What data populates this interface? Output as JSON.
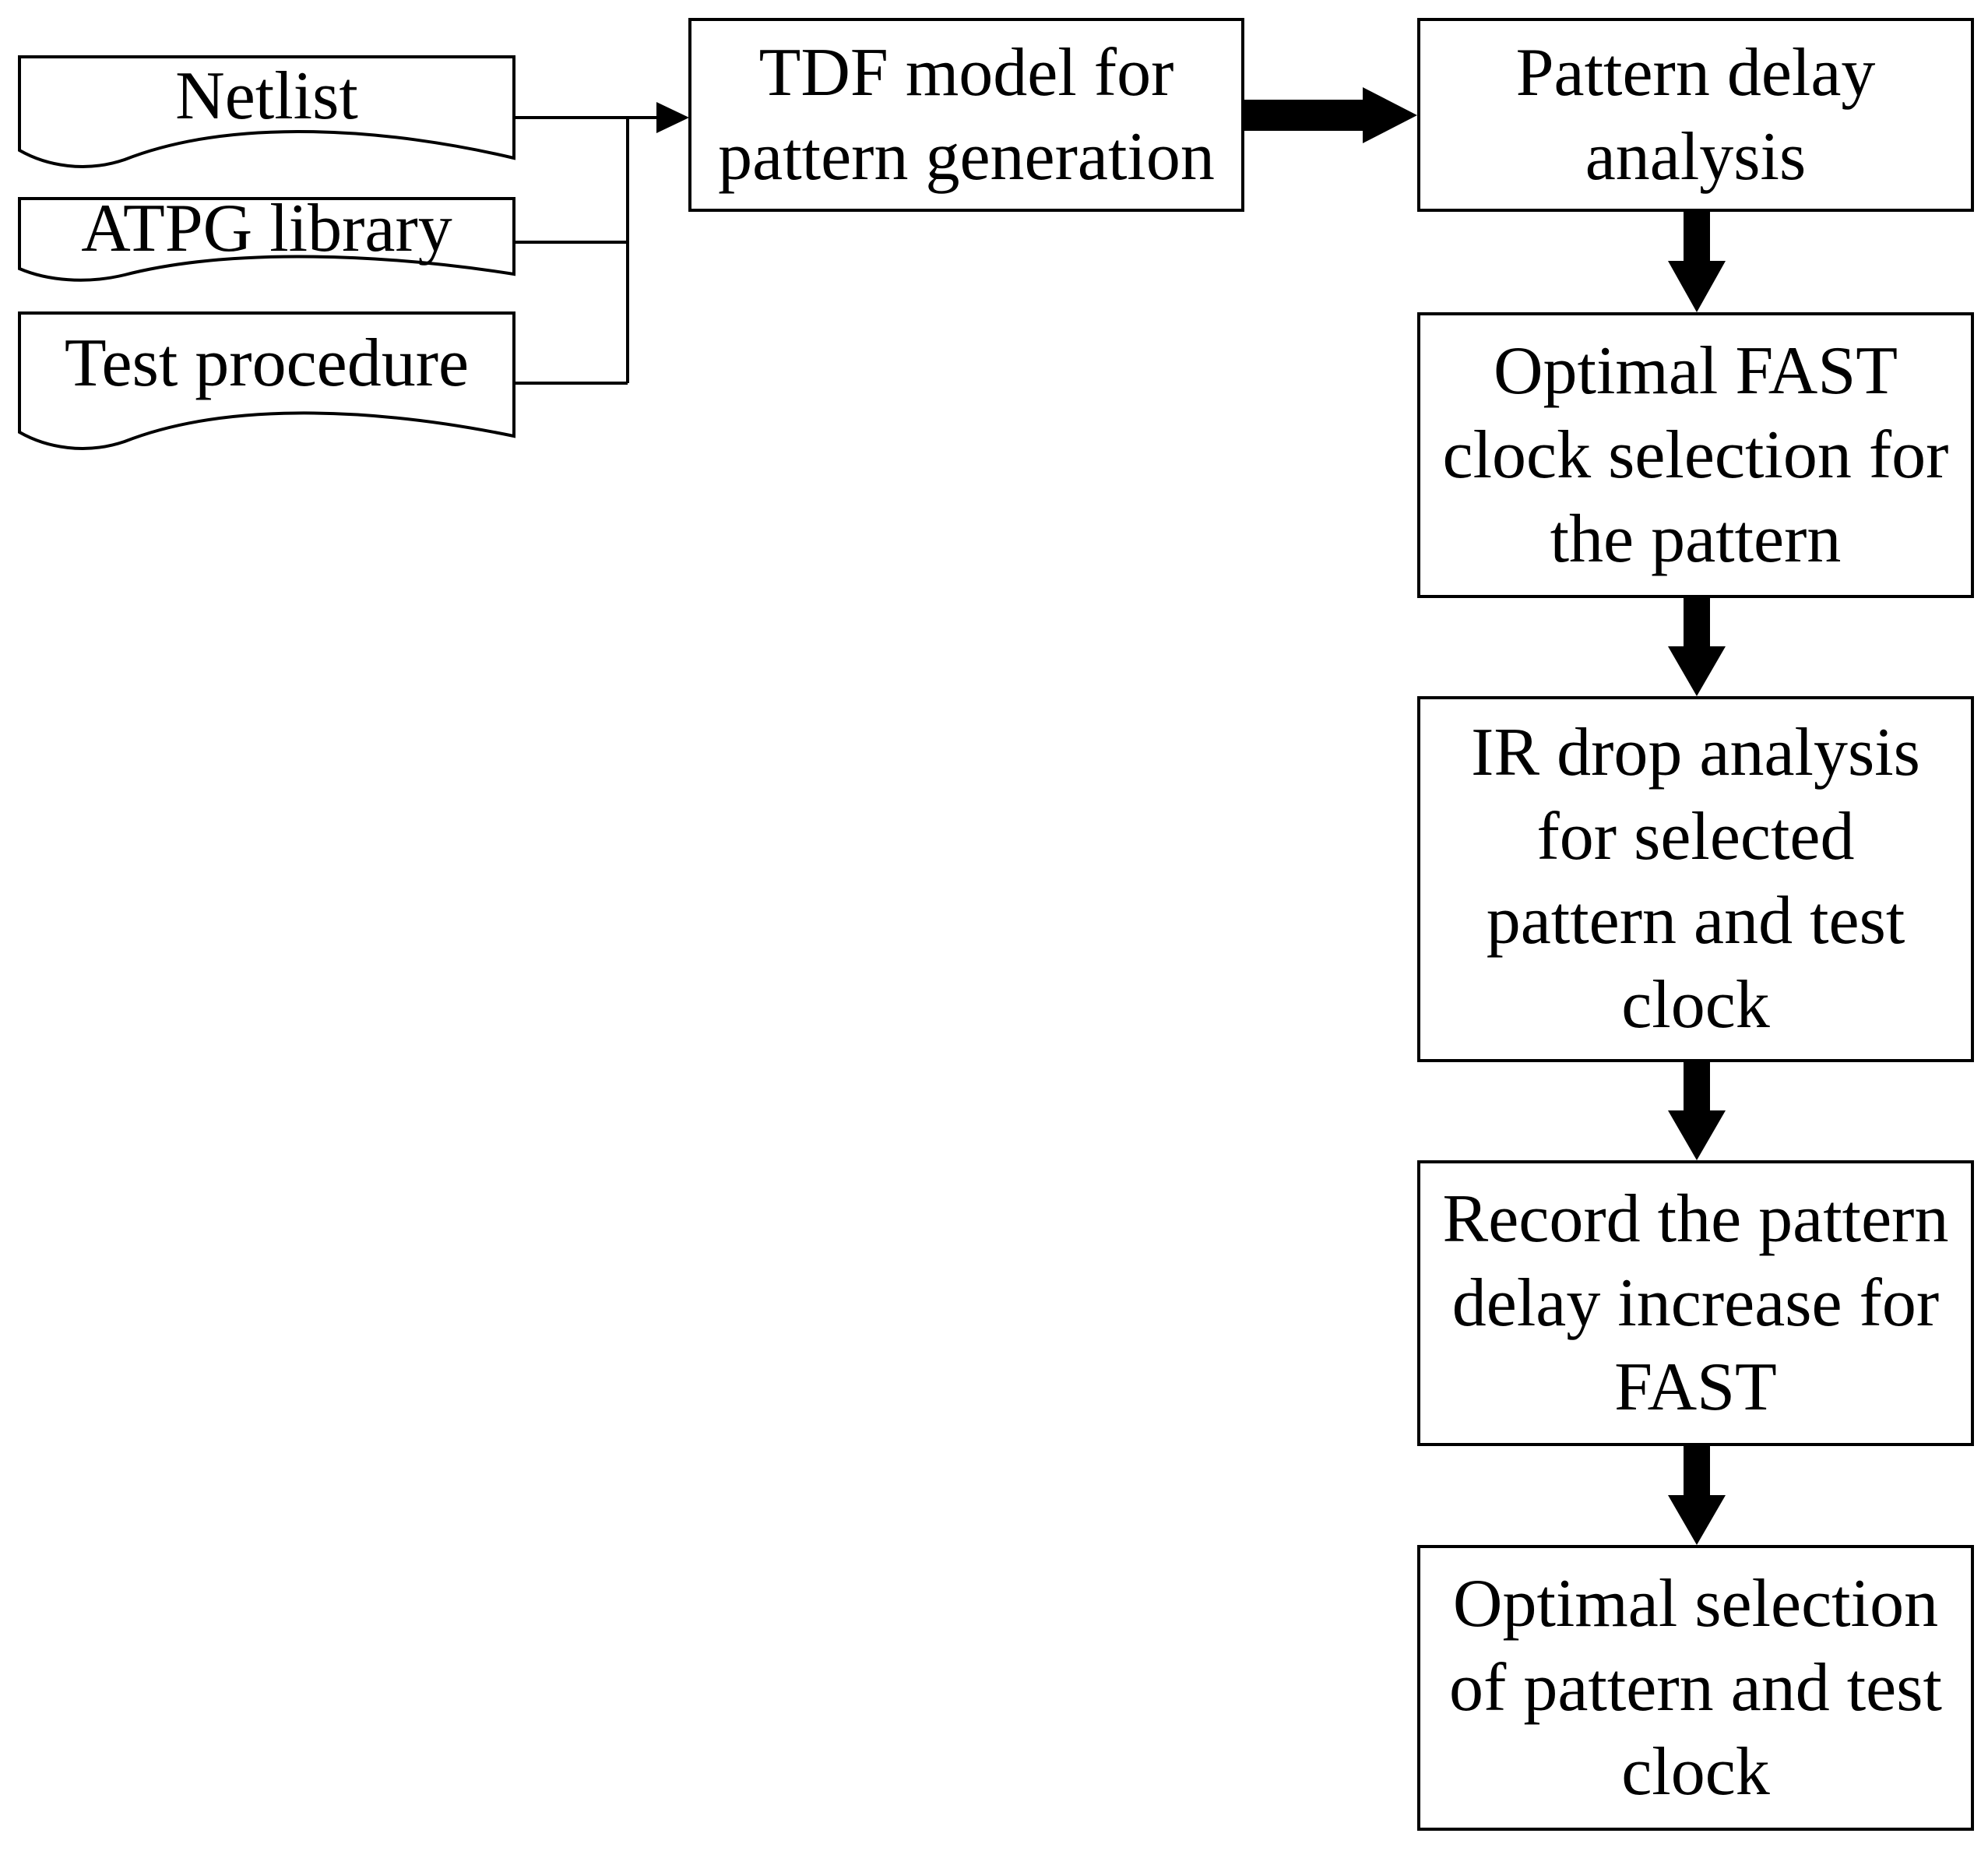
{
  "inputs": {
    "netlist": "Netlist",
    "atpg_library": "ATPG library",
    "test_procedure": "Test procedure"
  },
  "steps": {
    "tdf_model": [
      "TDF model for",
      "pattern generation"
    ],
    "pattern_delay_analysis": [
      "Pattern delay",
      "analysis"
    ],
    "optimal_fast_clock": [
      "Optimal FAST",
      "clock selection for",
      "the pattern"
    ],
    "ir_drop_analysis": [
      "IR drop analysis",
      "for selected",
      "pattern and test",
      "clock"
    ],
    "record_delay_increase": [
      "Record the pattern",
      "delay increase for",
      "FAST"
    ],
    "optimal_selection": [
      "Optimal selection",
      "of pattern and test",
      "clock"
    ]
  }
}
